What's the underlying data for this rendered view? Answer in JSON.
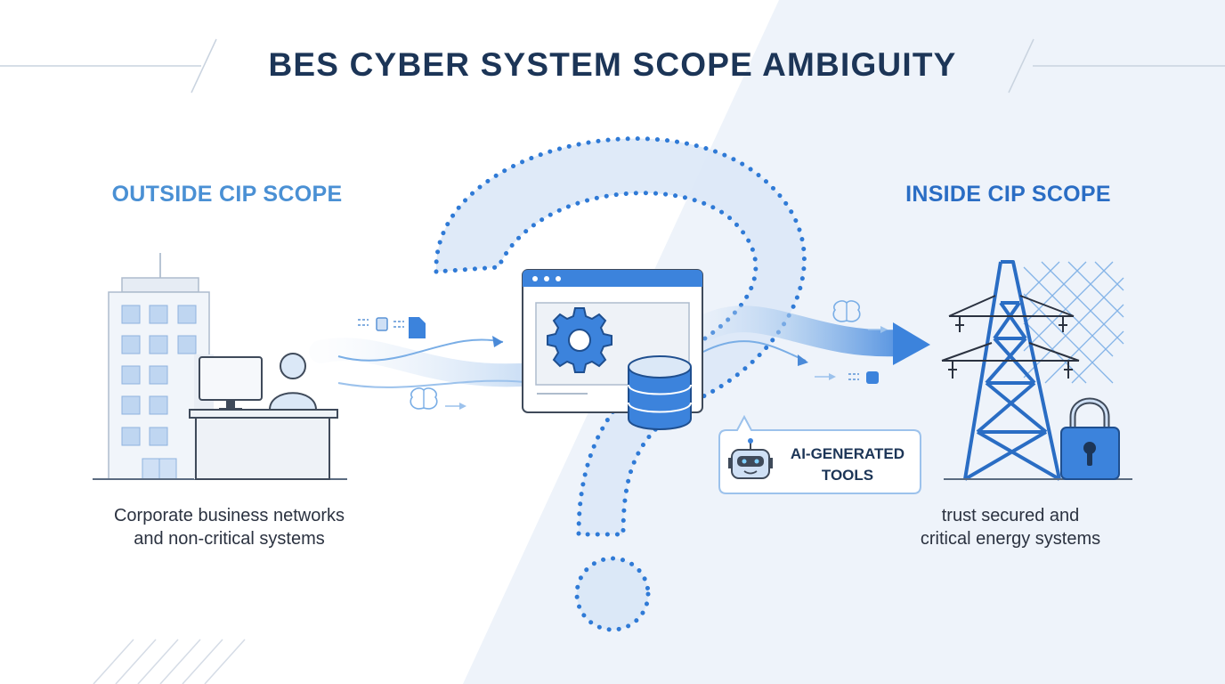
{
  "title": "BES CYBER SYSTEM SCOPE AMBIGUITY",
  "left_zone": {
    "heading": "OUTSIDE CIP SCOPE",
    "caption_line1": "Corporate business networks",
    "caption_line2": "and non-critical systems"
  },
  "right_zone": {
    "heading": "INSIDE CIP SCOPE",
    "caption_line1": "trust secured and",
    "caption_line2": "critical energy systems"
  },
  "ai_badge": {
    "line1": "AI-GENERATED",
    "line2": "TOOLS"
  },
  "icons": [
    "office-building-icon",
    "workstation-user-icon",
    "question-mark-icon",
    "application-window-icon",
    "gear-icon",
    "database-icon",
    "brain-icon",
    "document-icon",
    "robot-icon",
    "transmission-tower-icon",
    "padlock-icon"
  ],
  "colors": {
    "title": "#1c3557",
    "accent_blue": "#2f7ad6",
    "light_blue": "#cfe0f5",
    "heading_left": "#4a90d4",
    "heading_right": "#2a6dc4"
  }
}
